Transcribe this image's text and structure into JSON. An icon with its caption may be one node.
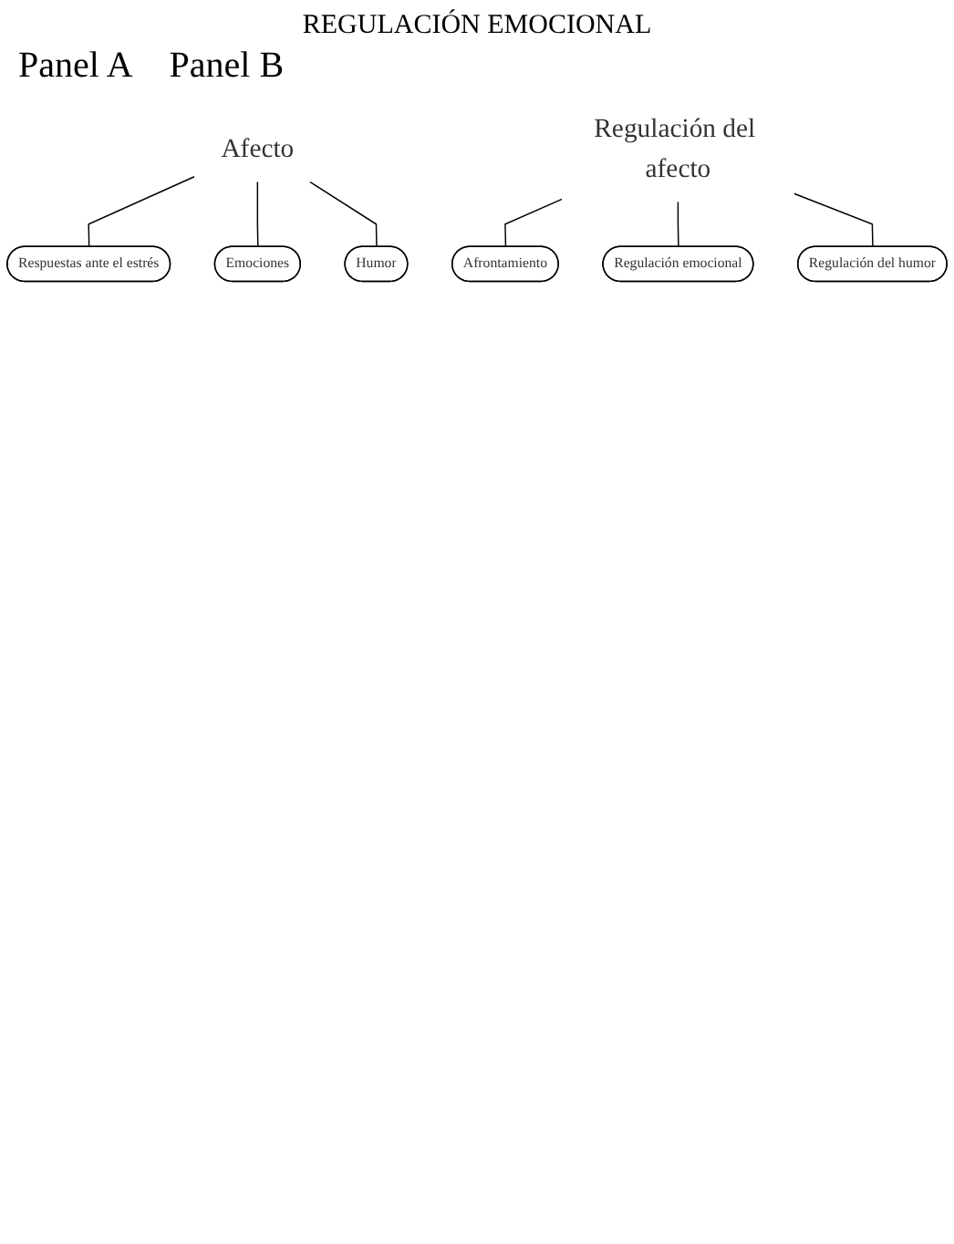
{
  "diagram": {
    "title": "REGULACIÓN EMOCIONAL",
    "nodes": [
      {
        "text": [
          "Afecto"
        ]
      },
      {
        "text": [
          "Respuestas ante el estrés"
        ]
      },
      {
        "text": [
          "Emociones"
        ]
      },
      {
        "text": [
          "Humor"
        ]
      },
      {
        "text": [
          "Regulación del afecto"
        ]
      },
      {
        "text": [
          "Afrontamiento"
        ]
      },
      {
        "text": [
          "Regulación emocional"
        ]
      },
      {
        "text": [
          "Regulación del humor"
        ]
      }
    ],
    "edges": [
      {
        "from": 0,
        "to": 1,
        "arrow": "none"
      },
      {
        "from": 0,
        "to": 2,
        "arrow": "none"
      },
      {
        "from": 0,
        "to": 3,
        "arrow": "none"
      },
      {
        "from": 4,
        "to": 5,
        "arrow": "none"
      },
      {
        "from": 4,
        "to": 6,
        "arrow": "none"
      },
      {
        "from": 4,
        "to": 7,
        "arrow": "none"
      }
    ],
    "labels": [
      "Panel A",
      "Panel B"
    ]
  }
}
